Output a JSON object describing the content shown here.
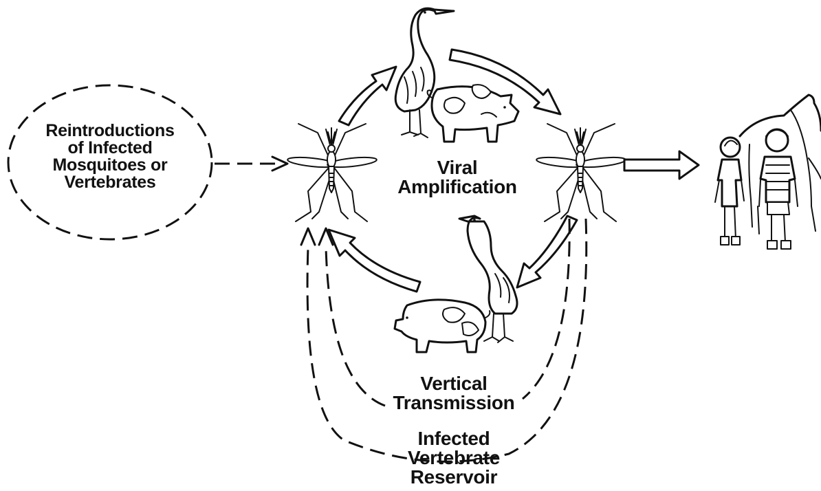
{
  "labels": {
    "reintroductions": [
      "Reintroductions",
      "of Infected",
      "Mosquitoes or",
      "Vertebrates"
    ],
    "viral_amplification": [
      "Viral",
      "Amplification"
    ],
    "vertical_transmission": [
      "Vertical",
      "Transmission"
    ],
    "infected_reservoir": [
      "Infected",
      "Vertebrate",
      "Reservoir"
    ]
  },
  "colors": {
    "ink": "#111111",
    "background": "#ffffff"
  },
  "icons": [
    "mosquito-icon",
    "wading-bird-icon",
    "pig-icon",
    "children-and-horse-icon"
  ]
}
